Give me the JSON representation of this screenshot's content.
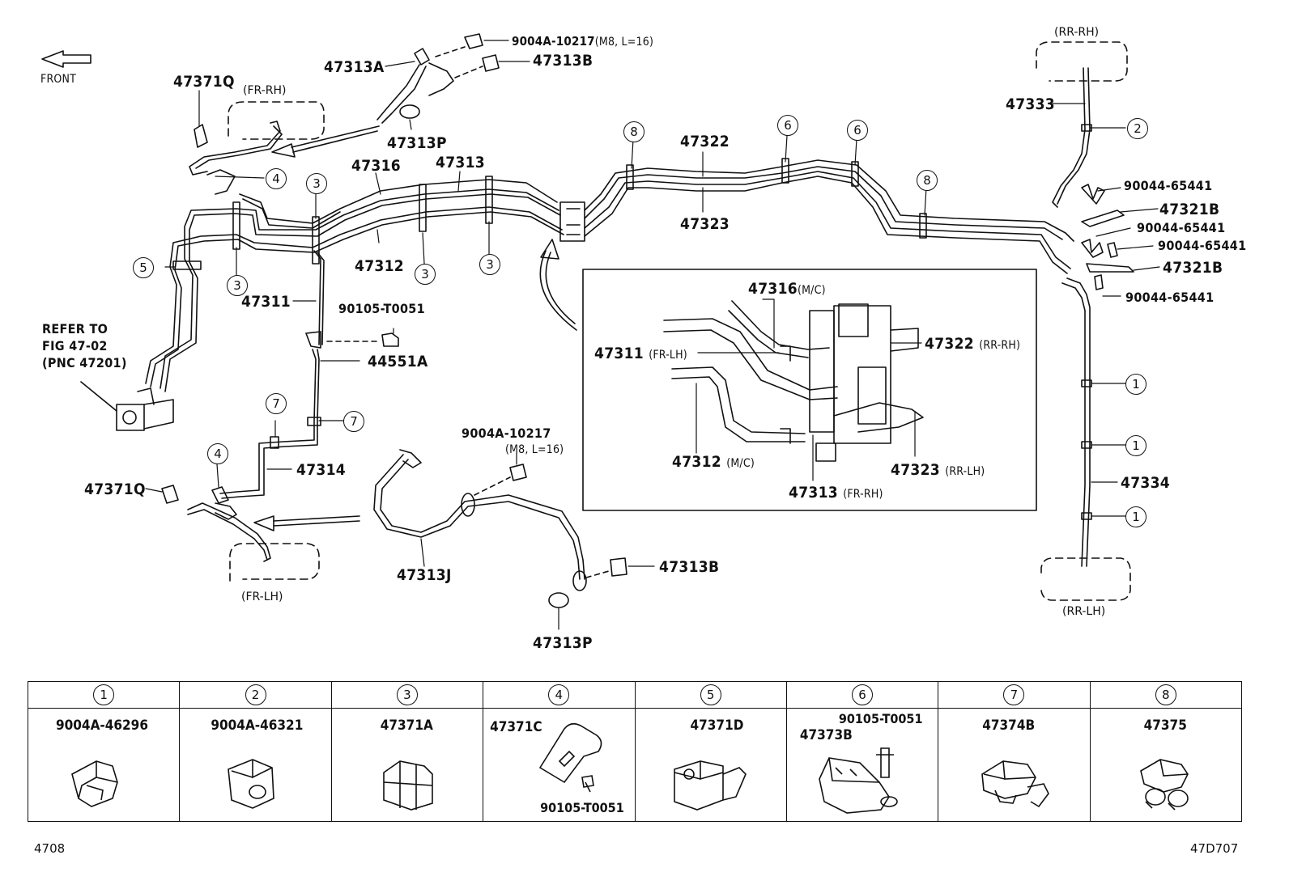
{
  "front_label": "FRONT",
  "refer_note": [
    "REFER TO",
    "FIG 47-02",
    "(PNC 47201)"
  ],
  "zones": {
    "fr_rh": "(FR-RH)",
    "fr_lh": "(FR-LH)",
    "rr_rh": "(RR-RH)",
    "rr_lh": "(RR-LH)"
  },
  "parts": {
    "p9004A_top": "9004A-10217",
    "p9004A_top_spec": "(M8, L=16)",
    "p47313A": "47313A",
    "p47313B_top": "47313B",
    "p47313P_top": "47313P",
    "p47371Q_top": "47371Q",
    "p47316": "47316",
    "p47313": "47313",
    "p47322": "47322",
    "p47323": "47323",
    "p47312": "47312",
    "p47311": "47311",
    "p90105": "90105-T0051",
    "p44551A": "44551A",
    "p47314": "47314",
    "p47371Q_bot": "47371Q",
    "p9004A_mid": "9004A-10217",
    "p9004A_mid_spec": "(M8, L=16)",
    "p47313J": "47313J",
    "p47313B_bot": "47313B",
    "p47313P_bot": "47313P",
    "p47333": "47333",
    "p90044_1": "90044-65441",
    "p47321B_1": "47321B",
    "p90044_2": "90044-65441",
    "p90044_3": "90044-65441",
    "p47321B_2": "47321B",
    "p90044_4": "90044-65441",
    "p47334": "47334"
  },
  "inset": {
    "p47316": "47316",
    "p47316_note": "(M/C)",
    "p47311": "47311",
    "p47311_note": "(FR-LH)",
    "p47322": "47322",
    "p47322_note": "(RR-RH)",
    "p47312": "47312",
    "p47312_note": "(M/C)",
    "p47323": "47323",
    "p47323_note": "(RR-LH)",
    "p47313": "47313",
    "p47313_note": "(FR-RH)"
  },
  "callouts": [
    "1",
    "2",
    "3",
    "4",
    "5",
    "6",
    "7",
    "8"
  ],
  "legend": [
    {
      "num": "1",
      "part": "9004A-46296"
    },
    {
      "num": "2",
      "part": "9004A-46321"
    },
    {
      "num": "3",
      "part": "47371A"
    },
    {
      "num": "4",
      "part": "47371C",
      "part2": "90105-T0051"
    },
    {
      "num": "5",
      "part": "47371D"
    },
    {
      "num": "6",
      "part": "47373B",
      "part2": "90105-T0051"
    },
    {
      "num": "7",
      "part": "47374B"
    },
    {
      "num": "8",
      "part": "47375"
    }
  ],
  "footer": {
    "left": "4708",
    "right": "47D707"
  }
}
